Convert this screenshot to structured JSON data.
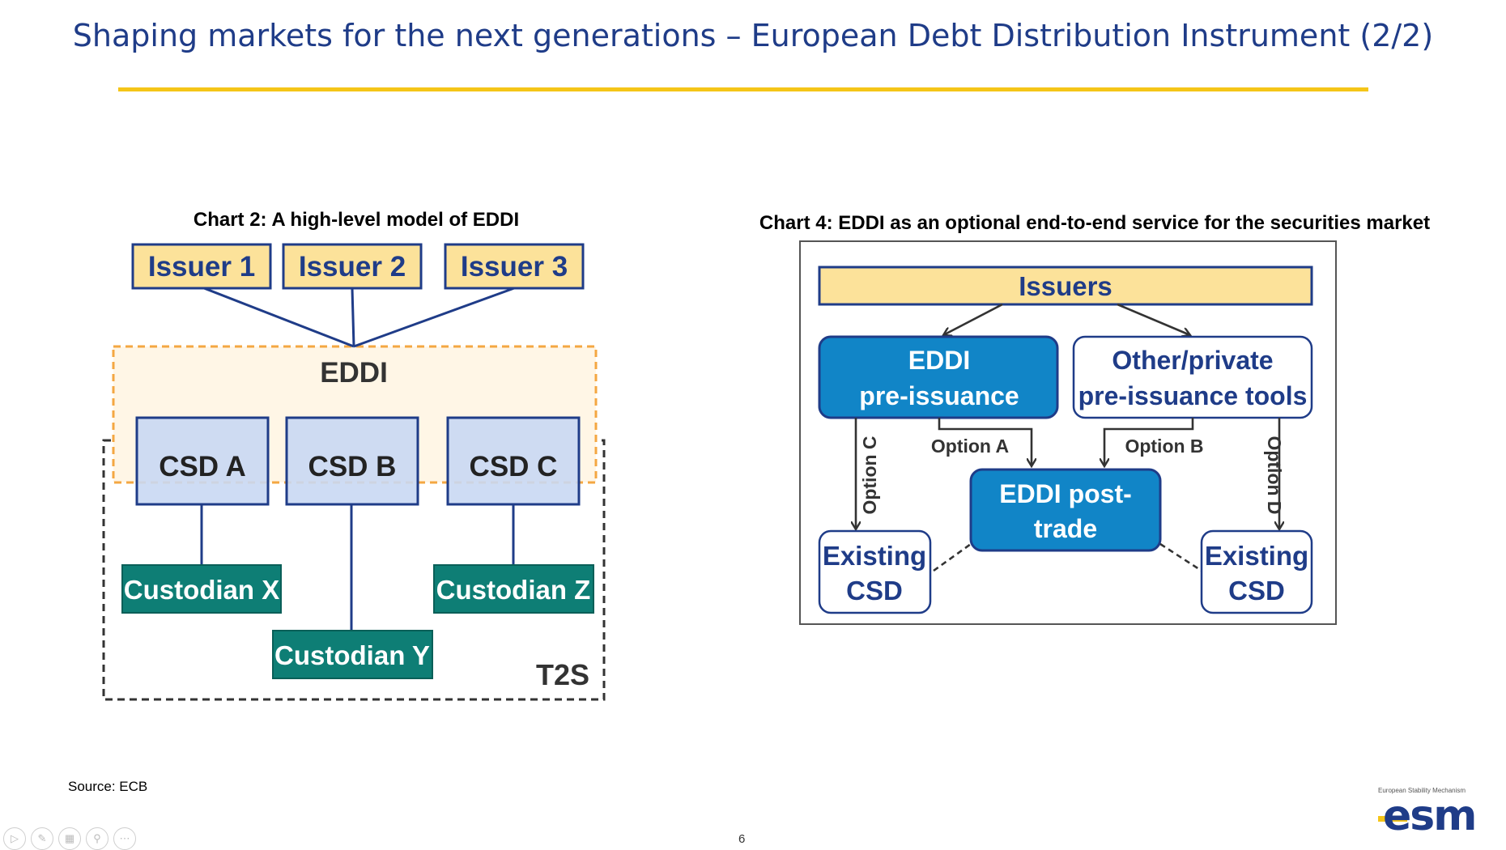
{
  "title": "Shaping markets for the next generations – European Debt Distribution Instrument (2/2)",
  "source": "Source: ECB",
  "page_number": "6",
  "logo": {
    "subtitle": "European Stability Mechanism",
    "mark": "esm"
  },
  "colors": {
    "title_blue": "#1f3c88",
    "yellow_rule": "#f5c518",
    "issuer_fill": "#fce29a",
    "box_border": "#1f3c88",
    "csd_fill": "#c9d8f3",
    "custodian_teal": "#0e7e75",
    "eddi_blue": "#1185c7",
    "eddi_zone_border": "#f4a742",
    "eddi_zone_fill": "#fff6e6"
  },
  "chart2": {
    "title": "Chart 2: A high-level model of EDDI",
    "issuers": [
      "Issuer 1",
      "Issuer 2",
      "Issuer 3"
    ],
    "eddi_label": "EDDI",
    "csds": [
      "CSD A",
      "CSD B",
      "CSD C"
    ],
    "custodians": [
      "Custodian X",
      "Custodian Y",
      "Custodian Z"
    ],
    "t2s_label": "T2S"
  },
  "chart4": {
    "title": "Chart 4: EDDI as an optional end-to-end service for the securities market",
    "issuers": "Issuers",
    "eddi_pre_1": "EDDI",
    "eddi_pre_2": "pre-issuance",
    "other_1": "Other/private",
    "other_2": "pre-issuance tools",
    "post_1": "EDDI post-",
    "post_2": "trade",
    "existing_1": "Existing",
    "existing_2": "CSD",
    "option_a": "Option A",
    "option_b": "Option B",
    "option_c": "Option C",
    "option_d": "Option D"
  },
  "nav_icons": [
    "play-icon",
    "pen-icon",
    "slides-icon",
    "zoom-icon",
    "more-icon"
  ]
}
